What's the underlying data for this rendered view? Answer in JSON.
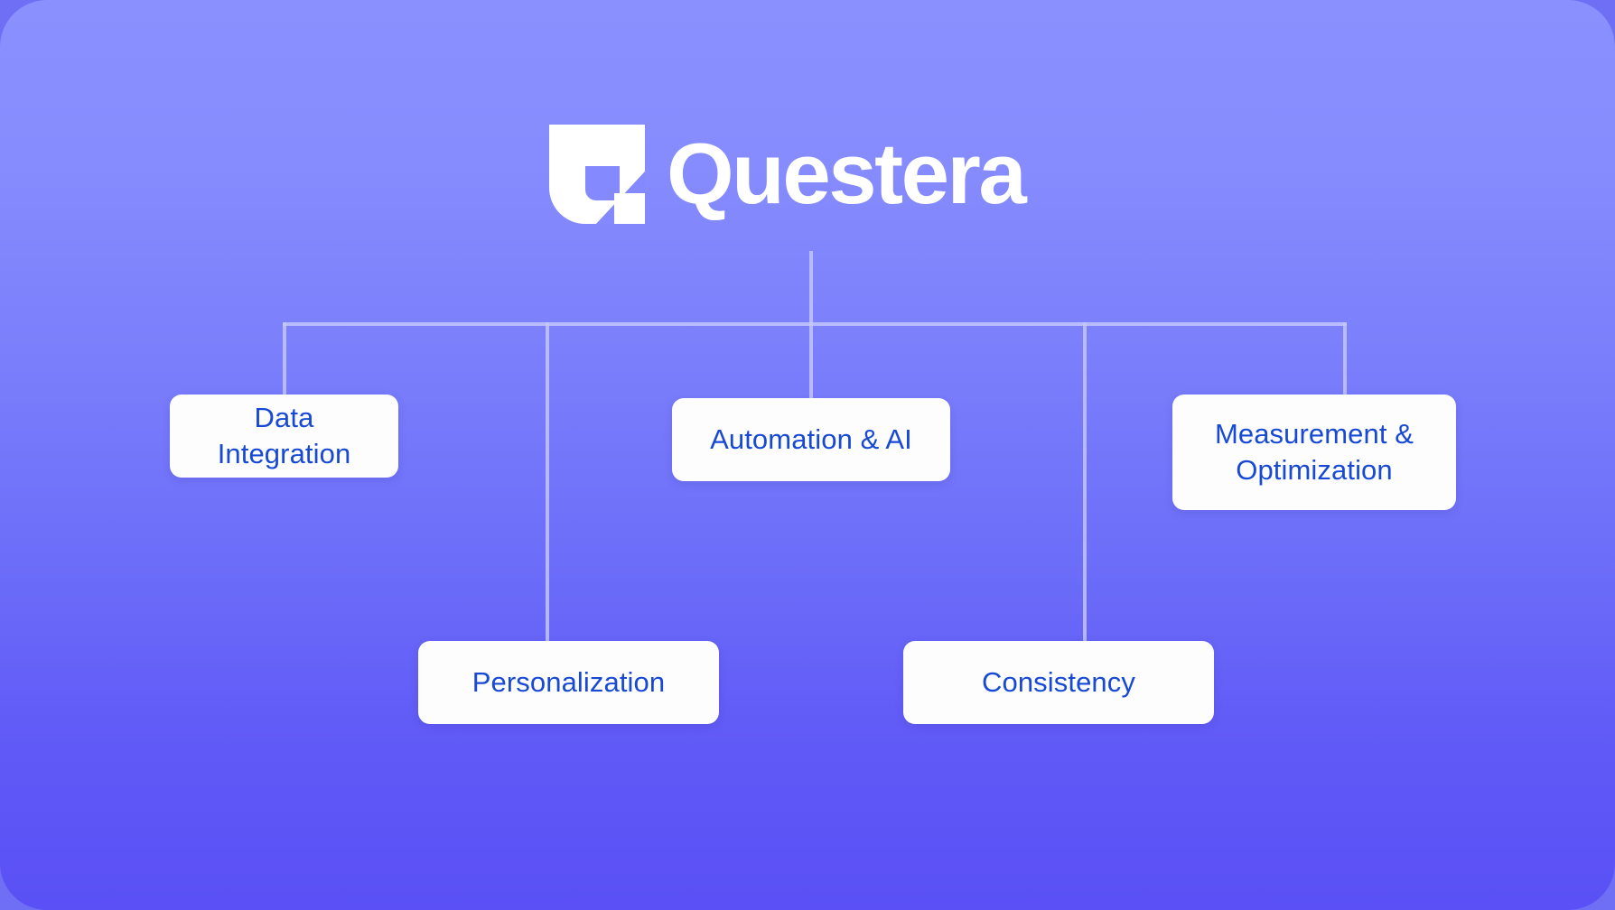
{
  "brand": {
    "name": "Questera",
    "logo_mark": "questera-logo-mark",
    "logo_color": "#FFFFFF"
  },
  "theme": {
    "background_top": "#8A90FE",
    "background_bottom": "#5A50F5",
    "outer_background": "#6E6FF5",
    "card_background": "#FDFDFD",
    "card_text": "#1749D4",
    "connector_line": "#C6C8FB"
  },
  "diagram": {
    "type": "org-tree",
    "root": "Questera",
    "nodes": [
      {
        "id": "data-integration",
        "label": "Data Integration",
        "row": "upper"
      },
      {
        "id": "personalization",
        "label": "Personalization",
        "row": "lower"
      },
      {
        "id": "automation-and-ai",
        "label": "Automation & AI",
        "row": "upper"
      },
      {
        "id": "consistency",
        "label": "Consistency",
        "row": "lower"
      },
      {
        "id": "measurement-and-optimization",
        "label": "Measurement & Optimization",
        "row": "upper"
      }
    ]
  }
}
